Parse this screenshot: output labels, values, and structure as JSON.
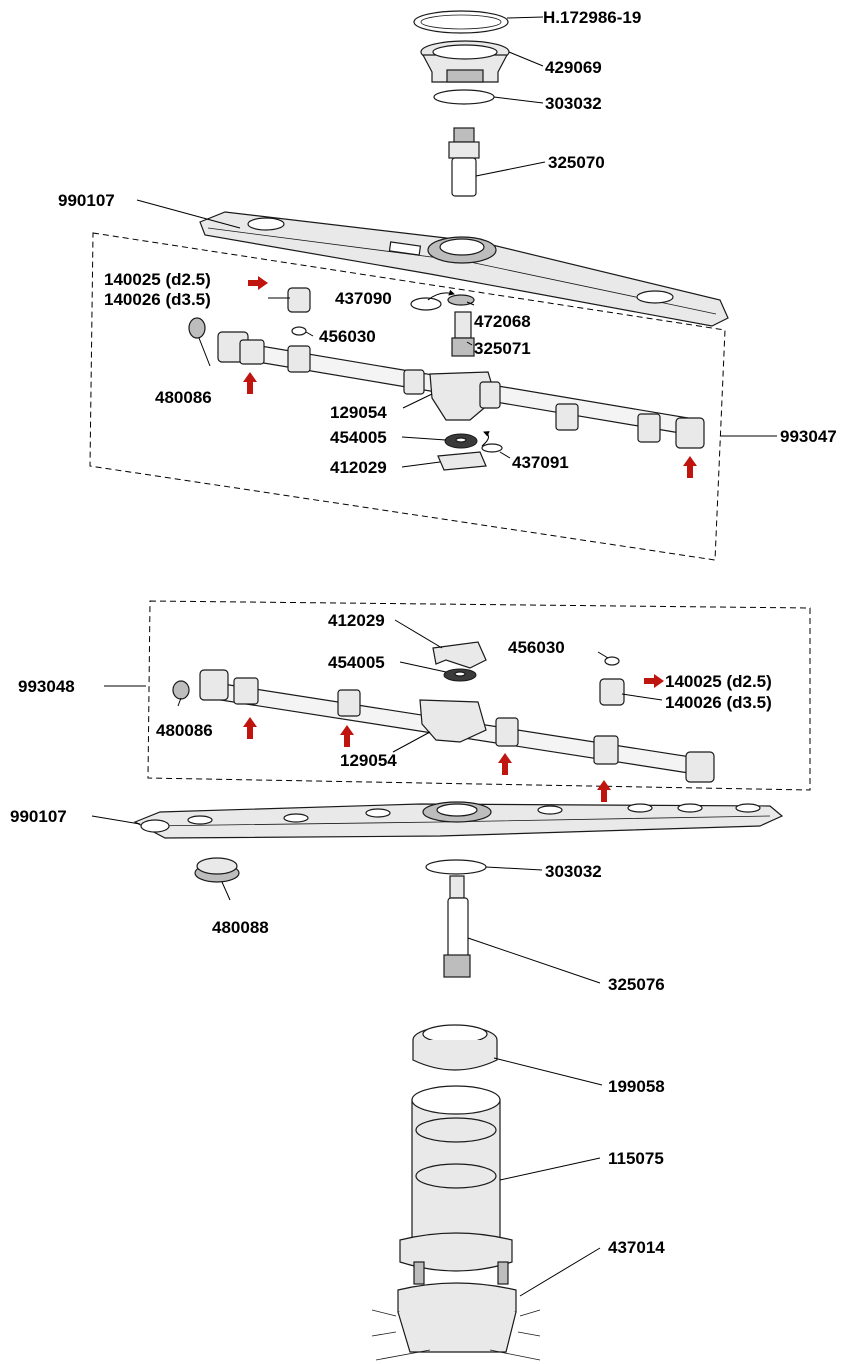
{
  "colors": {
    "arrow": "#c0140f",
    "line": "#000000",
    "background": "#ffffff"
  },
  "labels": {
    "h172986": "H.172986-19",
    "p429069": "429069",
    "p303032_top": "303032",
    "p325070": "325070",
    "p990107_top": "990107",
    "p140025_top": "140025 (d2.5)",
    "p140026_top": "140026 (d3.5)",
    "p437090": "437090",
    "p472068": "472068",
    "p456030_top": "456030",
    "p325071": "325071",
    "p480086_top": "480086",
    "p129054_top": "129054",
    "p454005_top": "454005",
    "p412029_top": "412029",
    "p437091": "437091",
    "p993047": "993047",
    "p412029_bot": "412029",
    "p456030_bot": "456030",
    "p454005_bot": "454005",
    "p140025_bot": "140025 (d2.5)",
    "p140026_bot": "140026 (d3.5)",
    "p993048": "993048",
    "p480086_bot": "480086",
    "p129054_bot": "129054",
    "p990107_bot": "990107",
    "p303032_bot": "303032",
    "p480088": "480088",
    "p325076": "325076",
    "p199058": "199058",
    "p115075": "115075",
    "p437014": "437014"
  }
}
